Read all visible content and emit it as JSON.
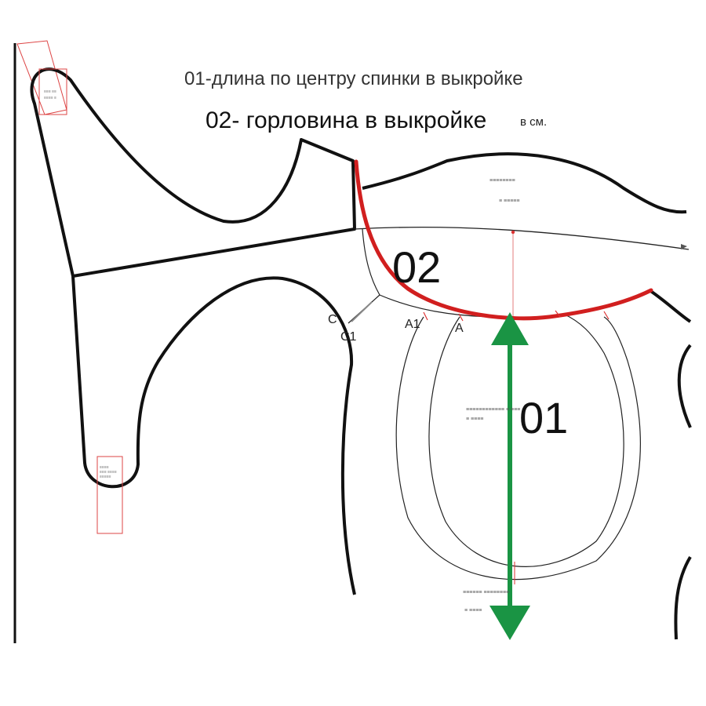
{
  "headings": {
    "line1": "01-длина по центру спинки в выкройке",
    "line2": "02- горловина в выкройке",
    "unit": "в см."
  },
  "measurements": {
    "back_length": {
      "label": "01",
      "color": "#1a9444"
    },
    "neckline": {
      "label": "02",
      "color": "#d11f1f"
    }
  },
  "points": {
    "c": "C",
    "c1": "C1",
    "a1": "A1",
    "a": "A"
  },
  "colors": {
    "outline": "#111111",
    "thin_line": "#222222",
    "marker": "#d33a3a"
  }
}
